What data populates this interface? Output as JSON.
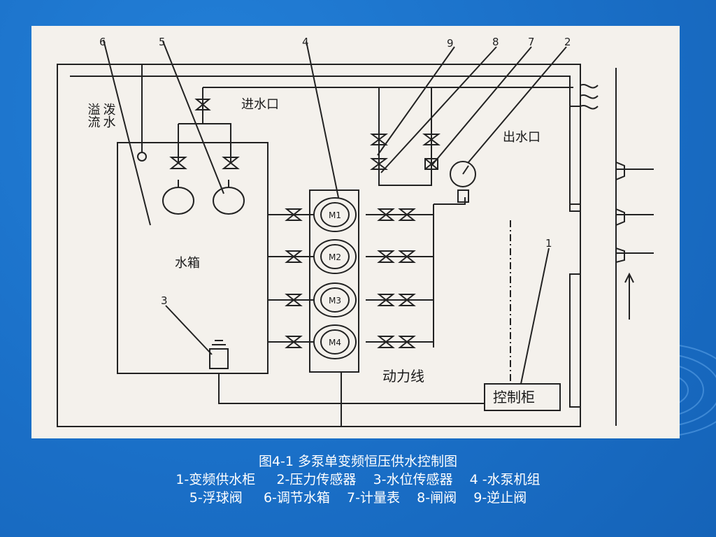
{
  "diagram": {
    "numbers": {
      "n6": "6",
      "n5": "5",
      "n4": "4",
      "n9": "9",
      "n8": "8",
      "n7": "7",
      "n2": "2",
      "n1": "1",
      "n3": "3"
    },
    "labels": {
      "overflow": "溢流",
      "drain": "泼水",
      "inlet": "进水口",
      "outlet": "出水口",
      "tank": "水箱",
      "power_line": "动力线",
      "control_cabinet": "控制柜"
    },
    "pumps": [
      "M1",
      "M2",
      "M3",
      "M4"
    ]
  },
  "caption": {
    "title": "图4-1 多泵单变频恒压供水控制图",
    "line1": "1-变频供水柜     2-压力传感器    3-水位传感器    4 -水泵机组",
    "line2": "5-浮球阀     6-调节水箱    7-计量表    8-闸阀    9-逆止阀"
  },
  "colors": {
    "background": "#1b71c9",
    "panel": "#f4f1ec",
    "ink": "#1a1a1a"
  }
}
